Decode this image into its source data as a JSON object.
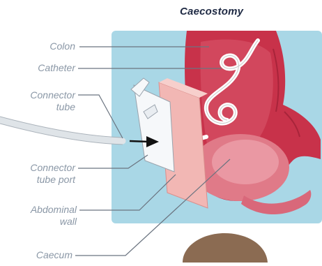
{
  "diagram": {
    "title": "Caecostomy",
    "labels": {
      "colon": "Colon",
      "catheter": "Catheter",
      "connector_tube_line1": "Connector",
      "connector_tube_line2": "tube",
      "connector_port_line1": "Connector",
      "connector_port_line2": "tube port",
      "abdominal_wall_line1": "Abdominal",
      "abdominal_wall_line2": "wall",
      "caecum": "Caecum"
    },
    "colors": {
      "panel": "#a9d7e6",
      "colon": "#c8324a",
      "colon_light": "#e07a88",
      "wall": "#f2b7b4",
      "label_text": "#8a97a6",
      "leader_line": "#6b7480",
      "title": "#1f2a44"
    }
  }
}
